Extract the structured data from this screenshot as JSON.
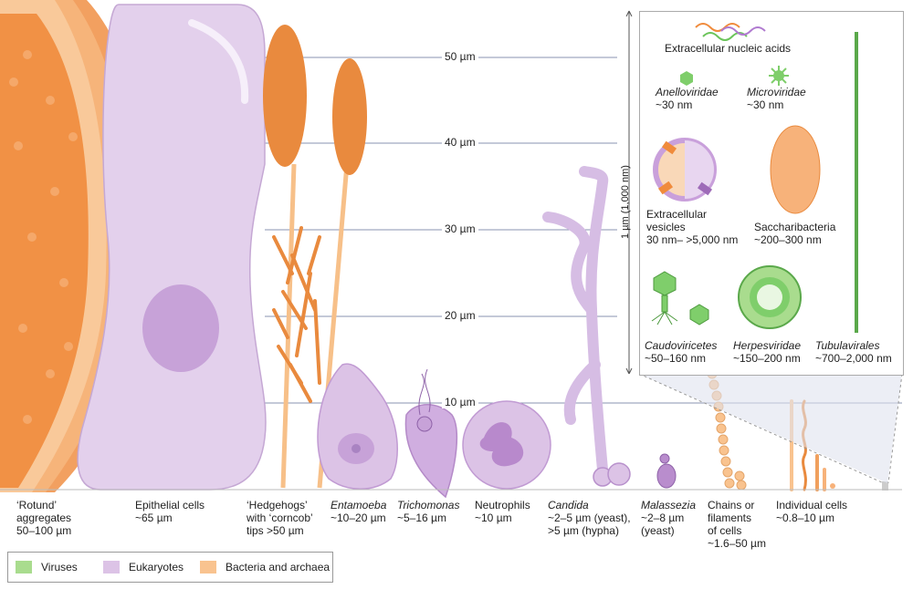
{
  "scale_labels": [
    "50 µm",
    "40 µm",
    "30 µm",
    "20 µm",
    "10 µm"
  ],
  "organisms": [
    {
      "name": "‘Rotund’\naggregates",
      "size": "50–100 µm"
    },
    {
      "name": "Epithelial cells",
      "size": "~65 µm"
    },
    {
      "name": "‘Hedgehogs’\nwith ‘corncob’\ntips",
      "size": ">50 µm"
    },
    {
      "name": "Entamoeba",
      "size": "~10–20 µm"
    },
    {
      "name": "Trichomonas",
      "size": "~5–16 µm"
    },
    {
      "name": "Neutrophils",
      "size": "~10 µm"
    },
    {
      "name": "Candida",
      "size": "~2–5 µm (yeast),\n>5 µm (hypha)"
    },
    {
      "name": "Malassezia",
      "size": "~2–8 µm\n(yeast)"
    },
    {
      "name": "Chains or\nfilaments\nof cells",
      "size": "~1.6–50 µm"
    },
    {
      "name": "Individual cells",
      "size": "~0.8–10 µm"
    }
  ],
  "inset": {
    "scale_label": "1 µm (1,000 nm)",
    "items": [
      {
        "name": "Extracellular nucleic acids",
        "size": ""
      },
      {
        "name": "Anelloviridae",
        "size": "~30 nm"
      },
      {
        "name": "Microviridae",
        "size": "~30 nm"
      },
      {
        "name": "Extracellular\nvesicles",
        "size": "30 nm– >5,000 nm"
      },
      {
        "name": "Saccharibacteria",
        "size": "~200–300 nm"
      },
      {
        "name": "Caudoviricetes",
        "size": "~50–160 nm"
      },
      {
        "name": "Herpesviridae",
        "size": "~150–200 nm"
      },
      {
        "name": "Tubulavirales",
        "size": "~700–2,000 nm"
      }
    ]
  },
  "legend": [
    {
      "label": "Viruses",
      "color": "#a9dc8e"
    },
    {
      "label": "Eukaryotes",
      "color": "#dcc3e6"
    },
    {
      "label": "Bacteria and archaea",
      "color": "#f9c38f"
    }
  ]
}
